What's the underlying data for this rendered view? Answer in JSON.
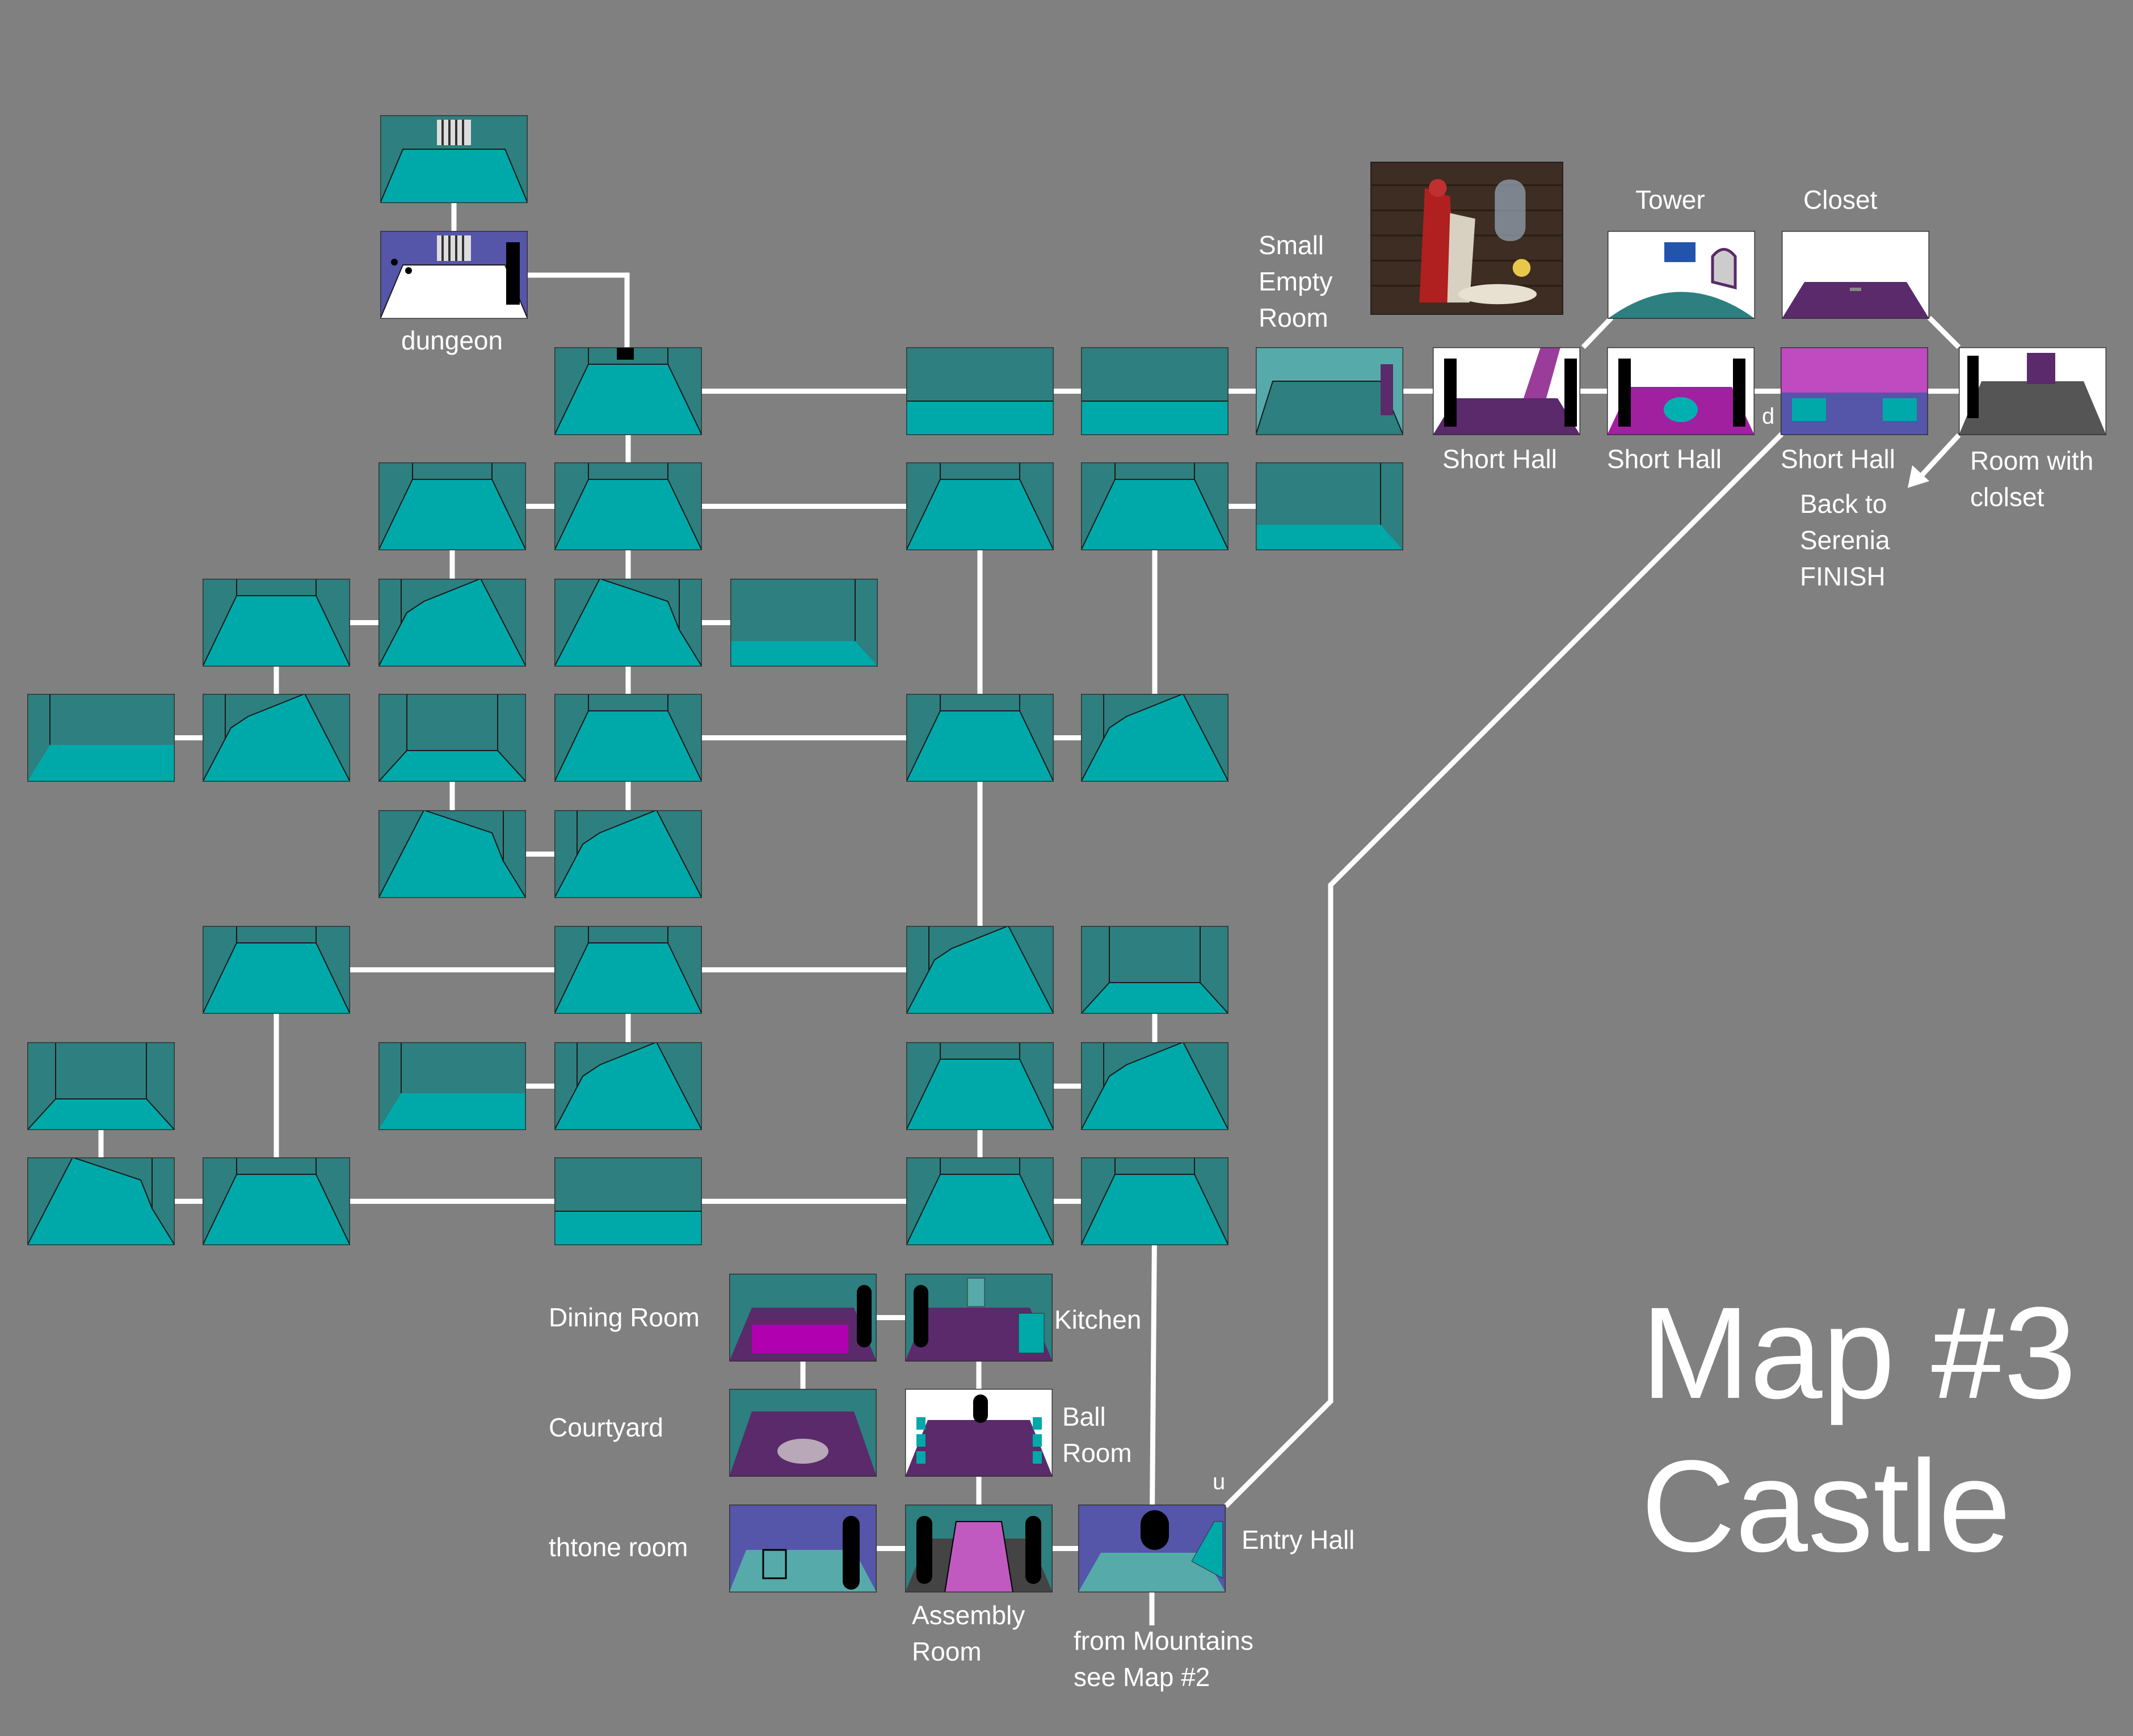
{
  "map": {
    "title_line1": "Map #3",
    "title_line2": "Castle"
  },
  "labels": {
    "dungeon": "dungeon",
    "small_empty": "Small\nEmpty\nRoom",
    "tower": "Tower",
    "closet": "Closet",
    "short_hall_1": "Short Hall",
    "short_hall_2": "Short Hall",
    "short_hall_3": "Short Hall",
    "room_with_closet": "Room with\nclolset",
    "back_to_serenia": "Back to\nSerenia\nFINISH",
    "dining_room": "Dining Room",
    "kitchen": "Kitchen",
    "courtyard": "Courtyard",
    "ball_room": "Ball\nRoom",
    "throne_room": "thtone room",
    "assembly_room": "Assembly\nRoom",
    "entry_hall": "Entry Hall",
    "from_mountains": "from Mountains\nsee Map #2",
    "dir_u": "u",
    "dir_d": "d"
  },
  "colors": {
    "background": "#808080",
    "floor": "#00a9a9",
    "wall": "#2e7f7f",
    "path": "#ffffff",
    "purple": "#5a2a6a",
    "violet": "#5555aa",
    "magenta": "#b000b0"
  }
}
